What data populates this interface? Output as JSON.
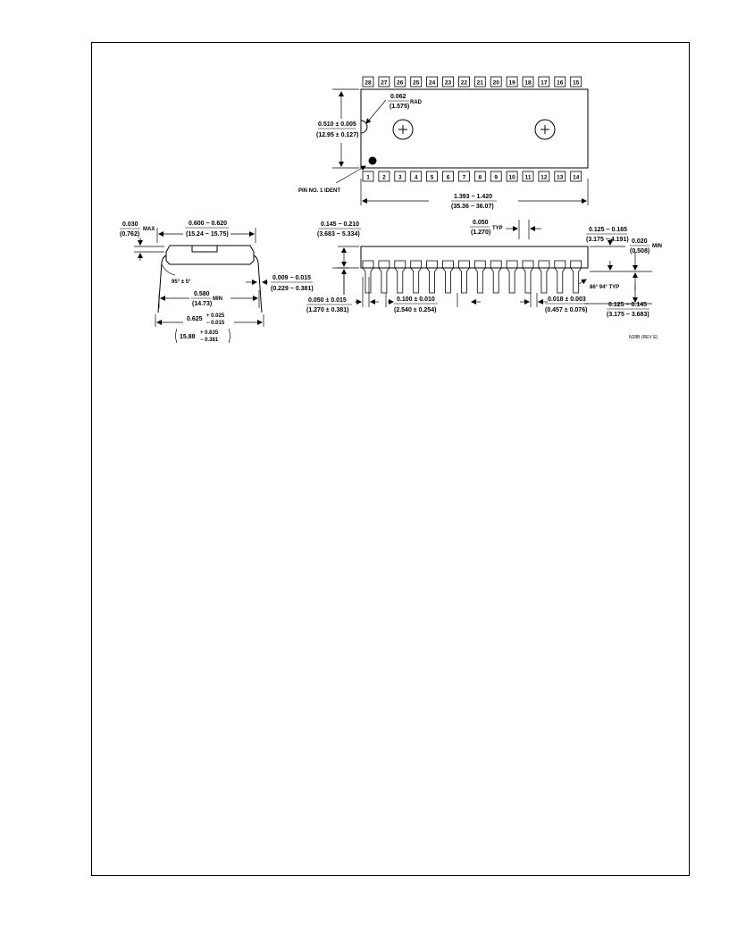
{
  "top_view": {
    "pins_top": [
      "28",
      "27",
      "26",
      "25",
      "24",
      "23",
      "22",
      "21",
      "20",
      "19",
      "18",
      "17",
      "16",
      "15"
    ],
    "pins_bottom": [
      "1",
      "2",
      "3",
      "4",
      "5",
      "6",
      "7",
      "8",
      "9",
      "10",
      "11",
      "12",
      "13",
      "14"
    ],
    "width_in": "0.510 ± 0.005",
    "width_mm": "(12.95 ± 0.127)",
    "notch_in": "0.062",
    "notch_mm": "(1.575)",
    "notch_rad": "RAD",
    "pin1_label": "PIN NO. 1 IDENT",
    "length_in": "1.393 − 1.420",
    "length_mm": "(35.36 − 36.07)"
  },
  "end_view": {
    "height_in": "0.030",
    "height_mm": "(0.762)",
    "height_max": "MAX",
    "width_in": "0.600 − 0.620",
    "width_mm": "(15.24 − 15.75)",
    "angle": "95° ± 5°",
    "lead_thick_in": "0.009 − 0.015",
    "lead_thick_mm": "(0.229 − 0.381)",
    "min_in": "0.580",
    "min_mm": "(14.73)",
    "min_label": "MIN",
    "span_in": "0.625",
    "span_tol_in_plus": "+ 0.025",
    "span_tol_in_minus": "− 0.015",
    "span_mm": "15.88",
    "span_tol_mm_plus": "+ 0.635",
    "span_tol_mm_minus": "− 0.381"
  },
  "side_view": {
    "body_h_in": "0.145 − 0.210",
    "body_h_mm": "(3.683 − 5.334)",
    "lead_w_in": "0.050",
    "lead_w_mm": "(1.270)",
    "lead_w_typ": "TYP",
    "seat_in": "0.125 − 0.165",
    "seat_mm": "(3.175 − 4.191)",
    "standoff_in": "0.020",
    "standoff_mm": "(0.508)",
    "standoff_min": "MIN",
    "angle": "86° 94° TYP",
    "end_in": "0.050 ± 0.015",
    "end_mm": "(1.270 ± 0.381)",
    "pitch_in": "0.100 ± 0.010",
    "pitch_mm": "(2.540 ± 0.254)",
    "lead_d_in": "0.018 ± 0.003",
    "lead_d_mm": "(0.457 ± 0.076)",
    "lead_len_in": "0.125 − 0.145",
    "lead_len_mm": "(3.175 − 3.683)"
  },
  "drawing_ref": "N28B (REV E)"
}
